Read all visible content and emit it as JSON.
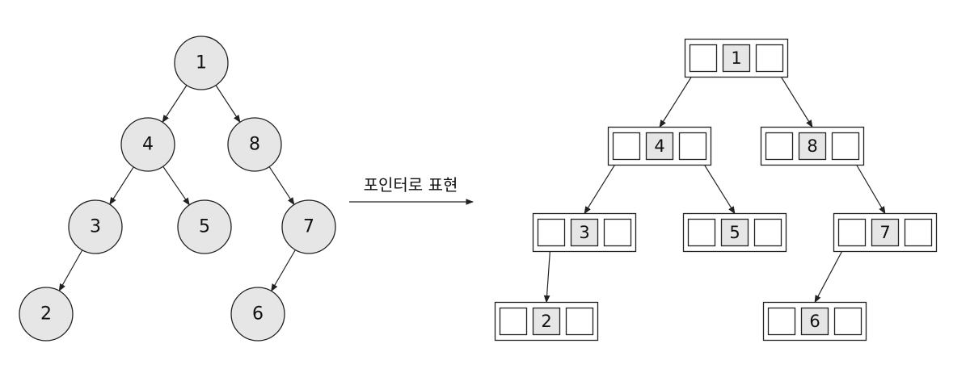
{
  "caption": "포인터로 표현",
  "tree": {
    "nodes": [
      {
        "id": "n1",
        "label": "1"
      },
      {
        "id": "n4",
        "label": "4"
      },
      {
        "id": "n8",
        "label": "8"
      },
      {
        "id": "n3",
        "label": "3"
      },
      {
        "id": "n5",
        "label": "5"
      },
      {
        "id": "n7",
        "label": "7"
      },
      {
        "id": "n2",
        "label": "2"
      },
      {
        "id": "n6",
        "label": "6"
      }
    ],
    "edges": [
      [
        "n1",
        "n4"
      ],
      [
        "n1",
        "n8"
      ],
      [
        "n4",
        "n3"
      ],
      [
        "n4",
        "n5"
      ],
      [
        "n8",
        "n7"
      ],
      [
        "n3",
        "n2"
      ],
      [
        "n7",
        "n6"
      ]
    ]
  },
  "pointer_tree": {
    "nodes": [
      {
        "id": "p1",
        "label": "1"
      },
      {
        "id": "p4",
        "label": "4"
      },
      {
        "id": "p8",
        "label": "8"
      },
      {
        "id": "p3",
        "label": "3"
      },
      {
        "id": "p5",
        "label": "5"
      },
      {
        "id": "p7",
        "label": "7"
      },
      {
        "id": "p2",
        "label": "2"
      },
      {
        "id": "p6",
        "label": "6"
      }
    ],
    "edges": [
      {
        "from": "p1",
        "side": "left",
        "to": "p4"
      },
      {
        "from": "p1",
        "side": "right",
        "to": "p8"
      },
      {
        "from": "p4",
        "side": "left",
        "to": "p3"
      },
      {
        "from": "p4",
        "side": "right",
        "to": "p5"
      },
      {
        "from": "p8",
        "side": "right",
        "to": "p7"
      },
      {
        "from": "p3",
        "side": "left",
        "to": "p2"
      },
      {
        "from": "p7",
        "side": "left",
        "to": "p6"
      }
    ]
  }
}
